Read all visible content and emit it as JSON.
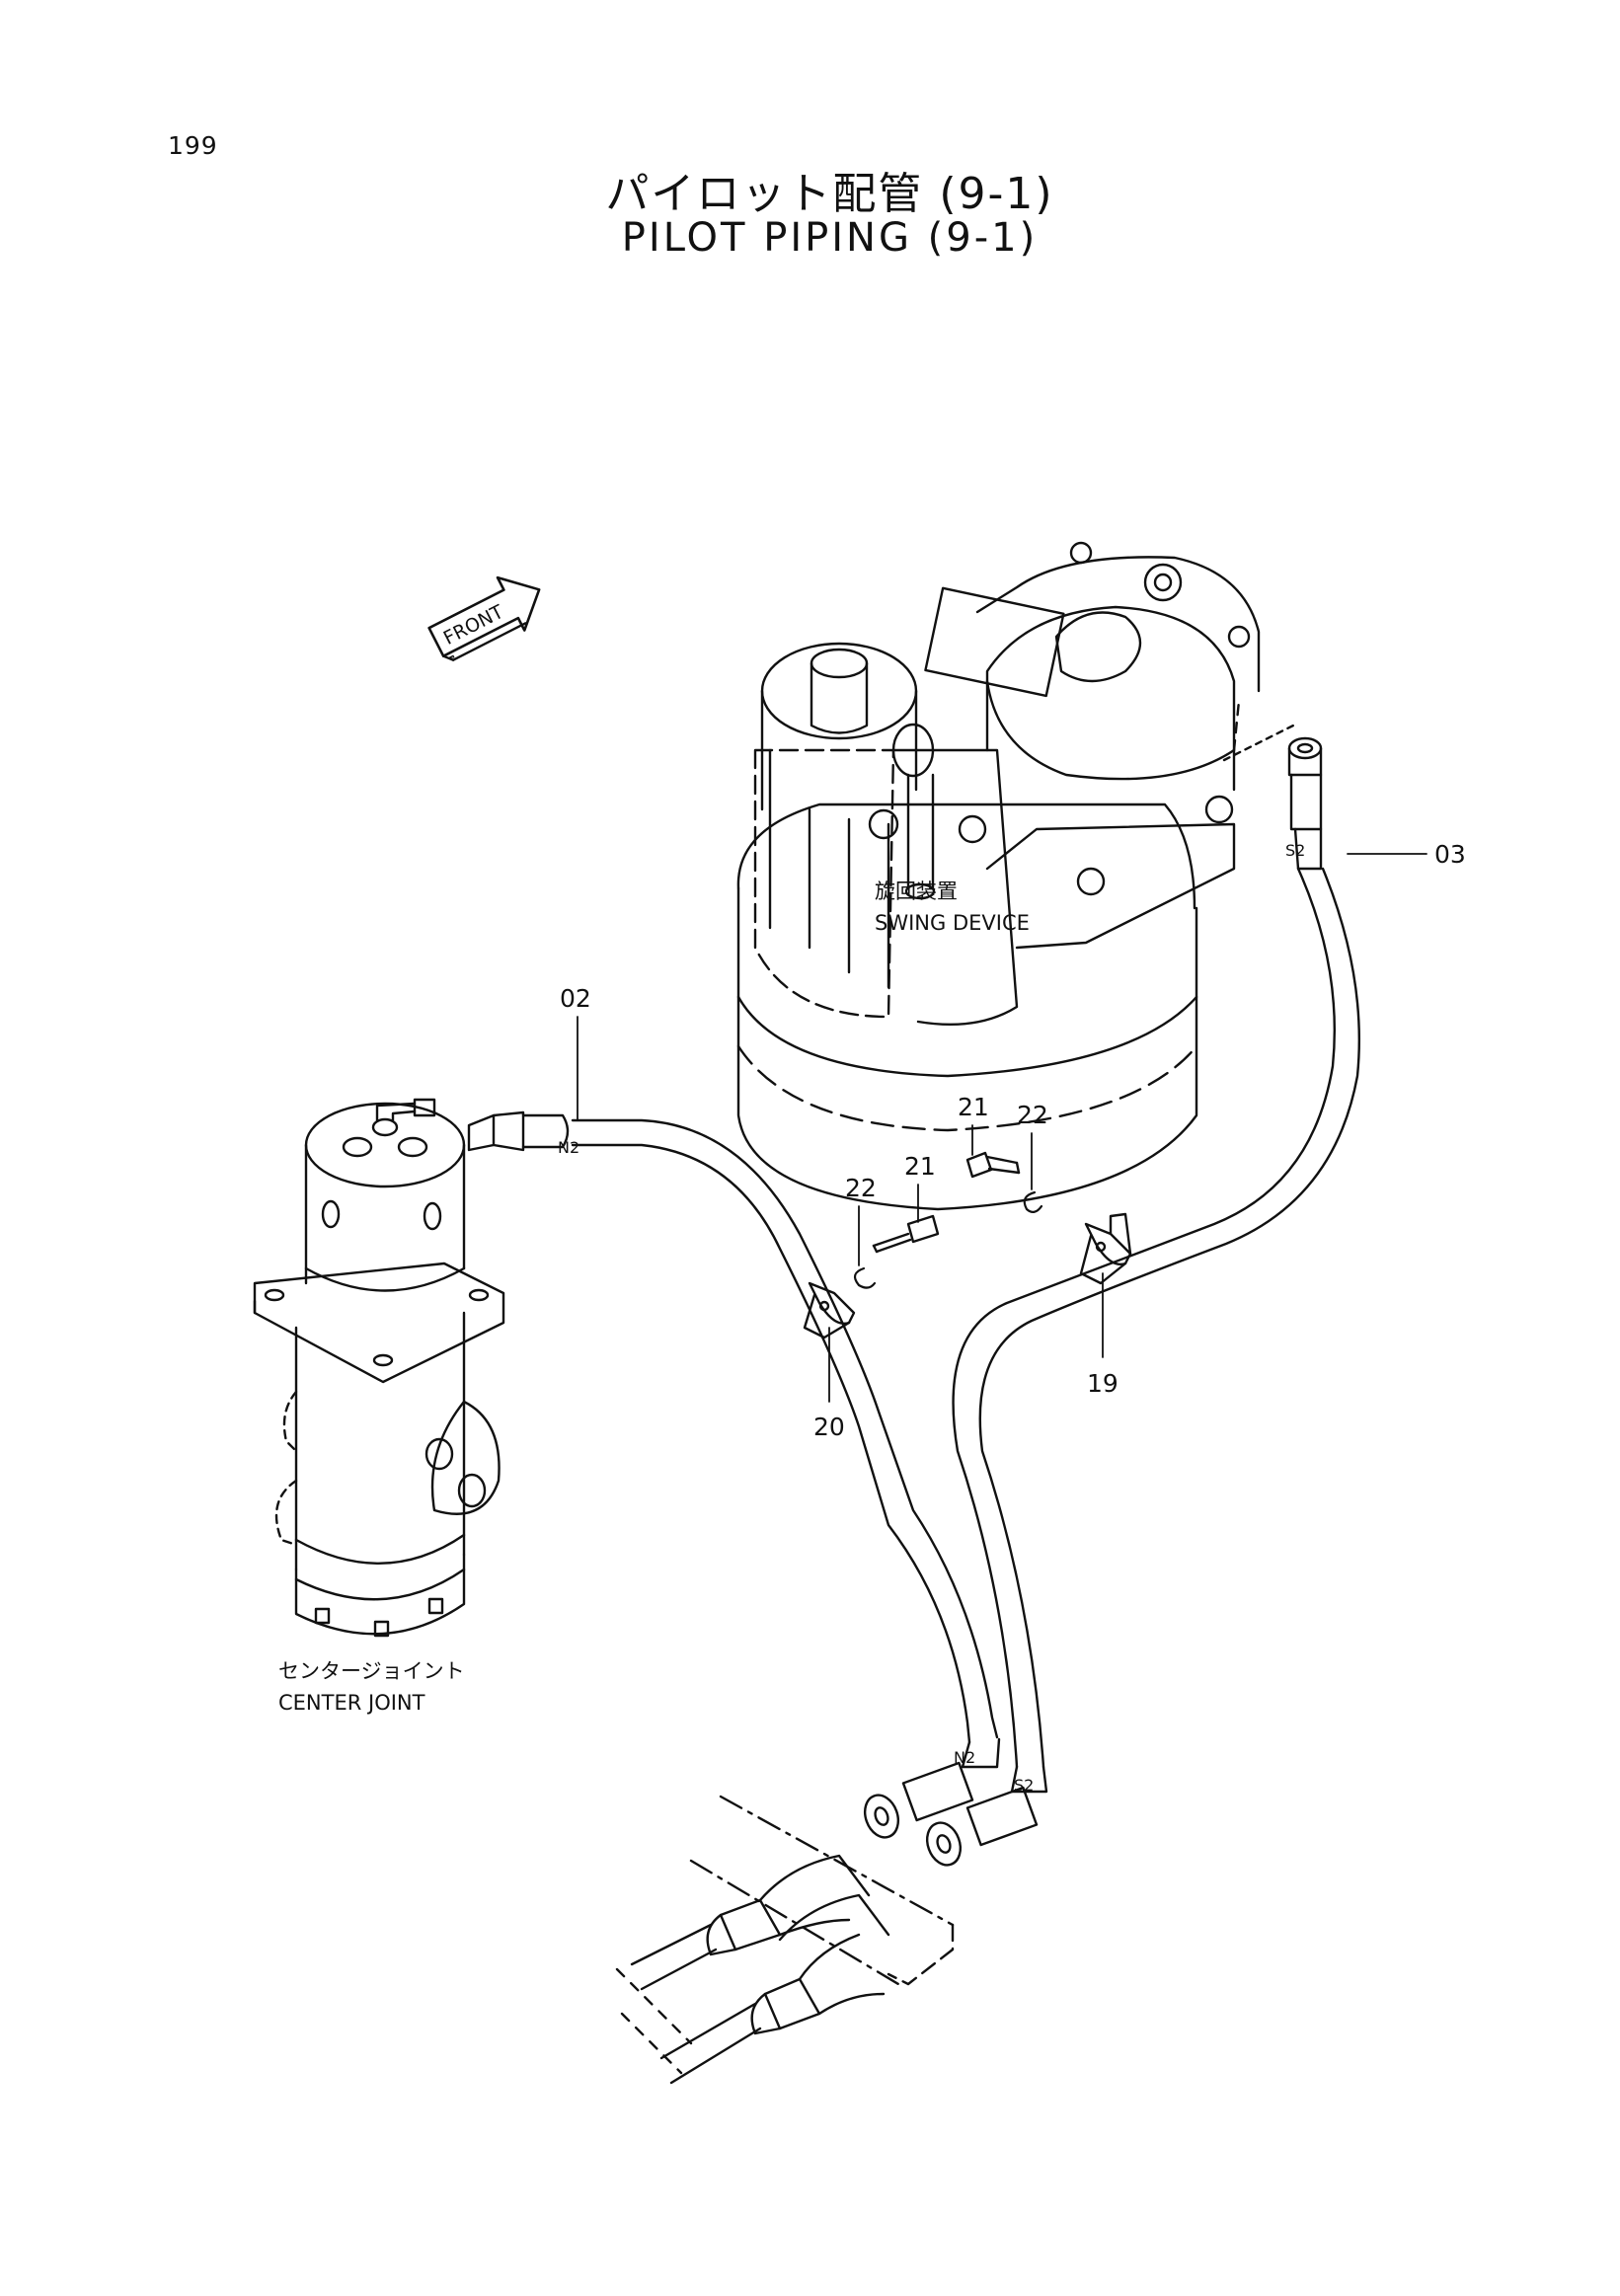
{
  "page": {
    "number": "199"
  },
  "title": {
    "japanese": "パイロット配管 (9-1)",
    "english": "PILOT PIPING (9-1)"
  },
  "front_arrow": {
    "label": "FRONT"
  },
  "components": {
    "swing_device": {
      "label_jp": "旋回装置",
      "label_en": "SWING DEVICE"
    },
    "center_joint": {
      "label_jp": "センタージョイント",
      "label_en": "CENTER JOINT"
    }
  },
  "hose_tags": {
    "n2": "N2",
    "s2": "S2"
  },
  "callouts": {
    "p02": "02",
    "p03": "03",
    "p19": "19",
    "p20": "20",
    "p21": "21",
    "p22": "22"
  }
}
